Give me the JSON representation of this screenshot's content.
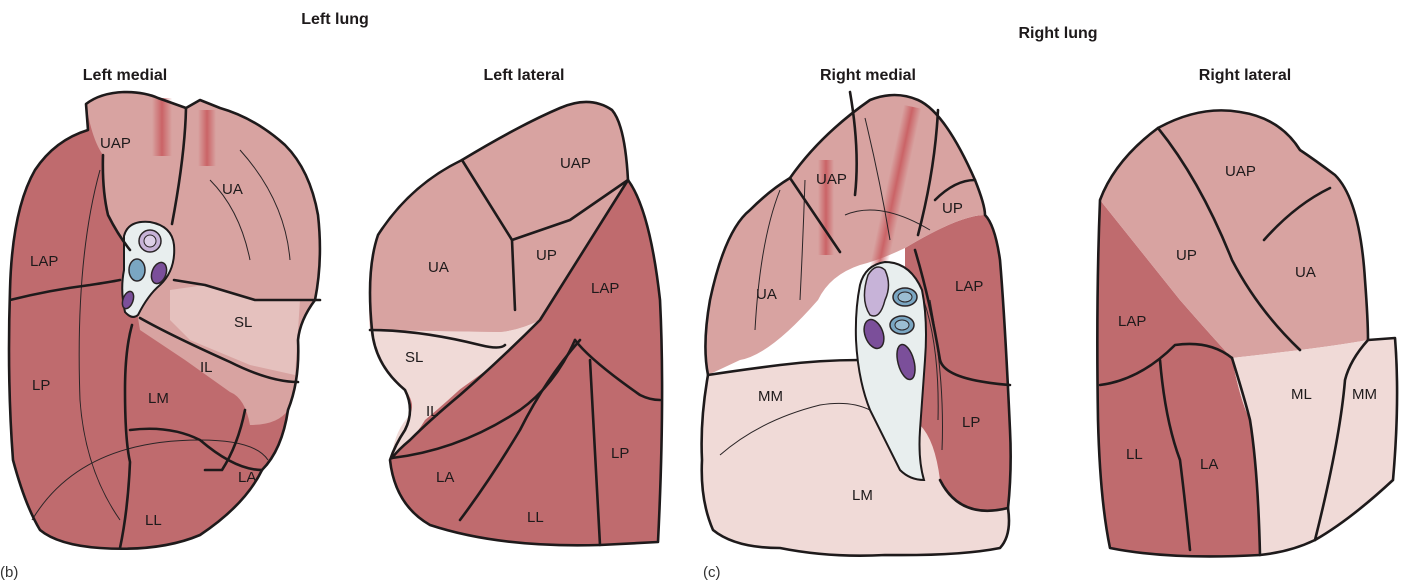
{
  "headings": {
    "left_lung": "Left lung",
    "right_lung": "Right lung"
  },
  "views": {
    "left_medial": {
      "title": "Left medial",
      "labels": {
        "uap": "UAP",
        "ua": "UA",
        "lap": "LAP",
        "sl": "SL",
        "il": "IL",
        "lp": "LP",
        "lm": "LM",
        "la": "LA",
        "ll": "LL"
      }
    },
    "left_lateral": {
      "title": "Left lateral",
      "labels": {
        "uap": "UAP",
        "ua": "UA",
        "up": "UP",
        "lap": "LAP",
        "sl": "SL",
        "il": "IL",
        "la": "LA",
        "ll": "LL",
        "lp": "LP"
      }
    },
    "right_medial": {
      "title": "Right medial",
      "labels": {
        "uap": "UAP",
        "up": "UP",
        "ua": "UA",
        "lap": "LAP",
        "mm": "MM",
        "lp": "LP",
        "lm": "LM"
      }
    },
    "right_lateral": {
      "title": "Right lateral",
      "labels": {
        "uap": "UAP",
        "up": "UP",
        "ua": "UA",
        "lap": "LAP",
        "ml": "ML",
        "mm": "MM",
        "ll": "LL",
        "la": "LA"
      }
    }
  },
  "panel_letters": {
    "b": "(b)",
    "c": "(c)"
  },
  "colors": {
    "dark_segment": "#bf6b6e",
    "mid_segment": "#d8a3a1",
    "light_segment": "#f0dad7",
    "outline": "#1e1a1b",
    "hilum_fill": "#e8eeee",
    "bronchus": "#7aa6c2",
    "artery": "#7b4f9a",
    "vein": "#c7b3d8"
  }
}
